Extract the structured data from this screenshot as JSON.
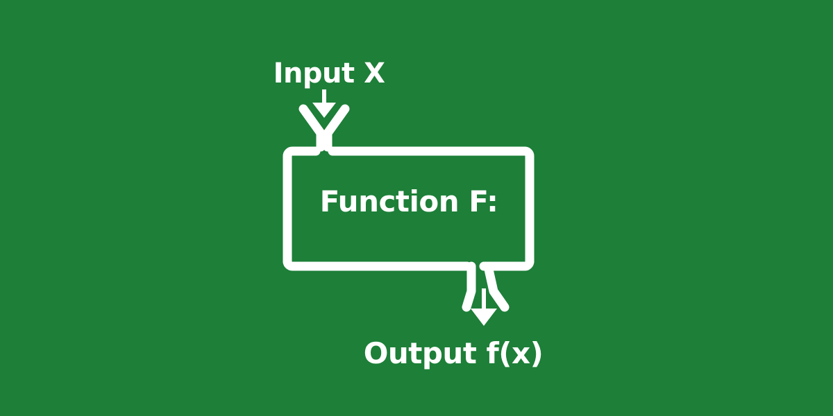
{
  "diagram": {
    "type": "flowchart",
    "title": "Function block diagram",
    "background_color": "#1d7f38",
    "stroke_color": "#ffffff",
    "nodes": {
      "input": {
        "label": "Input X",
        "icon": "down-arrow-icon",
        "role": "input-source"
      },
      "process": {
        "label": "Function F:",
        "shape": "rounded-rectangle",
        "role": "process-block"
      },
      "output": {
        "label": "Output f(x)",
        "icon": "down-arrow-icon",
        "role": "output-sink"
      }
    },
    "connectors": [
      {
        "name": "input-funnel",
        "from": "input",
        "to": "process",
        "style": "funnel-with-arrow",
        "direction": "down"
      },
      {
        "name": "output-funnel",
        "from": "process",
        "to": "output",
        "style": "funnel-with-arrow",
        "direction": "down"
      }
    ]
  }
}
